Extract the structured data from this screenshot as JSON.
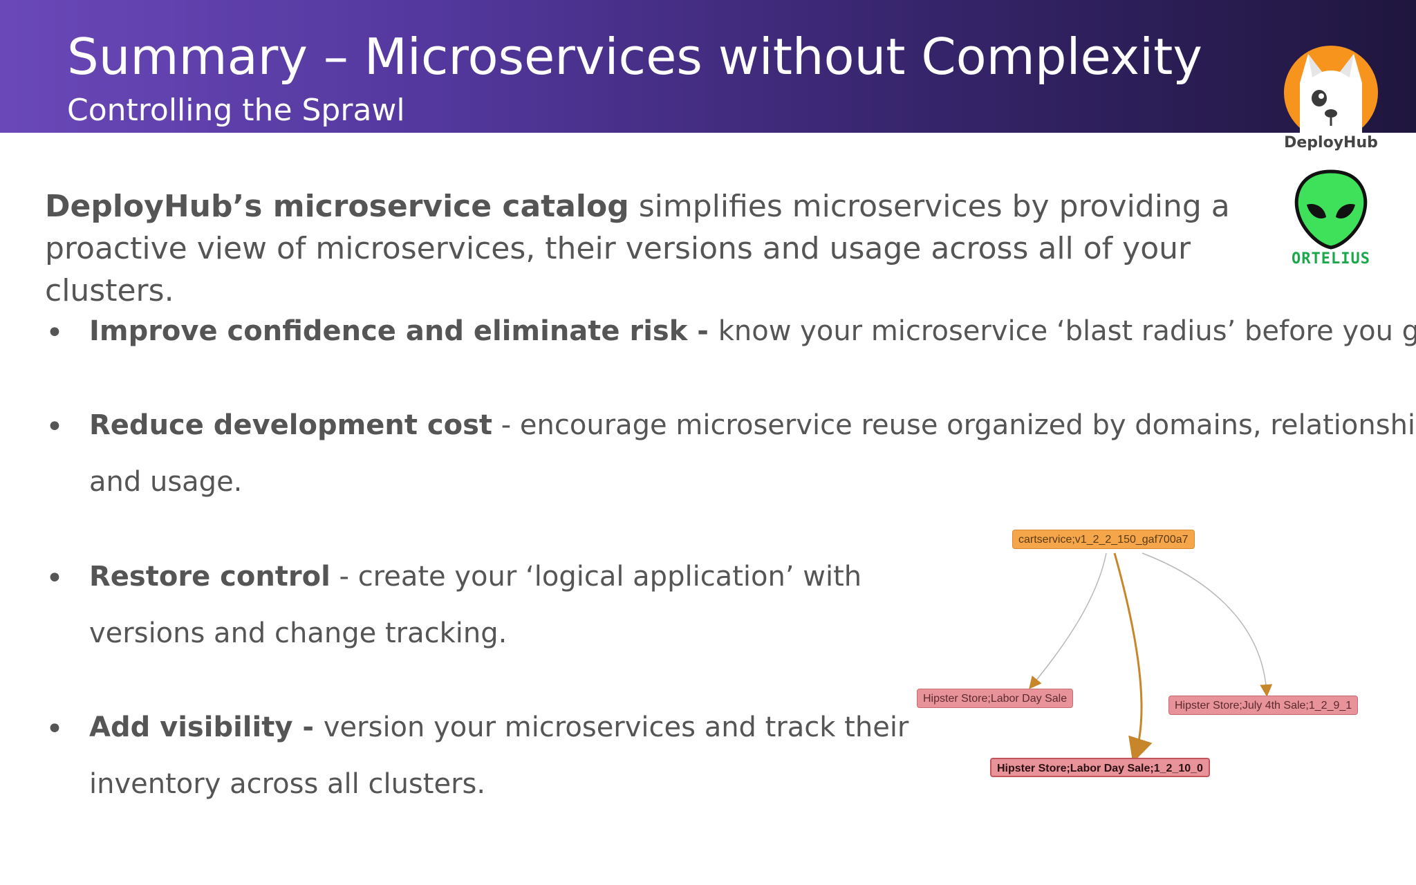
{
  "header": {
    "title": "Summary – Microservices without Complexity",
    "subtitle": "Controlling the Sprawl"
  },
  "logos": {
    "deployhub": "DeployHub",
    "ortelius": "ORTELIUS"
  },
  "intro": {
    "bold": "DeployHub’s microservice catalog",
    "text": " simplifies microservices by providing a proactive view of microservices, their versions and usage across all of your clusters."
  },
  "bullets": [
    {
      "bullet": "•",
      "bold": "Improve confidence and eliminate risk - ",
      "text": " know your microservice ‘blast radius’ before you go.",
      "line2": ""
    },
    {
      "bullet": "•",
      "bold": "Reduce development cost",
      "text": " - encourage microservice reuse organized by domains,  relationships,",
      "line2": "and usage."
    },
    {
      "bullet": "•",
      "bold": "Restore control",
      "text": "  - create your ‘logical application’ with",
      "line2": "versions and change tracking."
    },
    {
      "bullet": "•",
      "bold": "Add visibility - ",
      "text": " version your microservices and track their",
      "line2": "inventory across all clusters."
    }
  ],
  "graph": {
    "nodes": {
      "root": "cartservice;v1_2_2_150_gaf700a7",
      "labor": "Hipster Store;Labor Day Sale",
      "july": "Hipster Store;July 4th Sale;1_2_9_1",
      "labor_ver": "Hipster Store;Labor Day Sale;1_2_10_0"
    },
    "colors": {
      "service": "#f5a64a",
      "application": "#e8939a",
      "edge_primary": "#c8862a",
      "edge_secondary": "#b8b8b8"
    }
  }
}
